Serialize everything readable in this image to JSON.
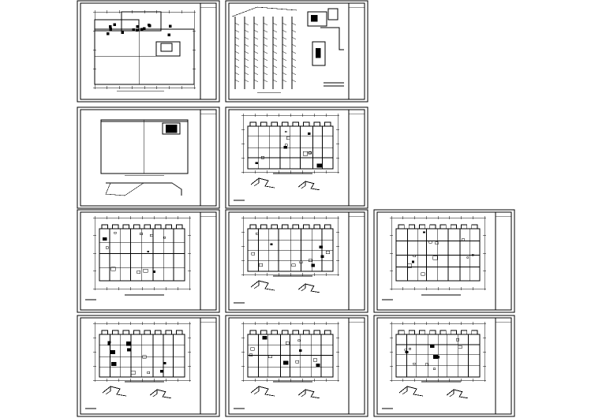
{
  "colors": {
    "background": "#ffffff",
    "ink": "#000000"
  },
  "sheets": [
    {
      "id": "sheet-1",
      "kind": "site-plan"
    },
    {
      "id": "sheet-2",
      "kind": "riser-diagram"
    },
    {
      "id": "sheet-3",
      "kind": "basement-plan"
    },
    {
      "id": "sheet-4",
      "kind": "floor-plan-with-details"
    },
    {
      "id": "sheet-5",
      "kind": "floor-plan"
    },
    {
      "id": "sheet-6",
      "kind": "floor-plan-with-details"
    },
    {
      "id": "sheet-7",
      "kind": "floor-plan"
    },
    {
      "id": "sheet-8",
      "kind": "floor-plan-with-details"
    },
    {
      "id": "sheet-9",
      "kind": "floor-plan-with-details"
    },
    {
      "id": "sheet-10",
      "kind": "floor-plan-with-details"
    }
  ]
}
